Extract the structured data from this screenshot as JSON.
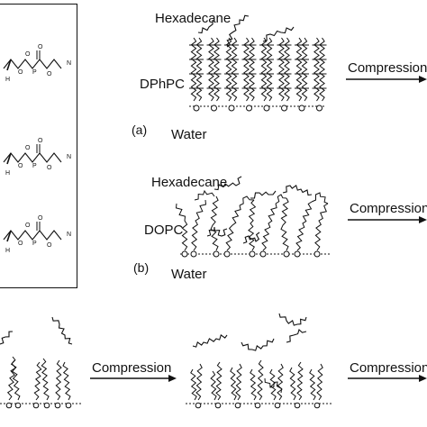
{
  "panel_a": {
    "oil_label": "Hexadecane",
    "lipid_label": "DPhPC",
    "panel_label": "(a)",
    "water_label": "Water",
    "arrow_label": "Compression"
  },
  "panel_b": {
    "oil_label": "Hexadecane",
    "lipid_label": "DOPC",
    "panel_label": "(b)",
    "water_label": "Water",
    "arrow_label": "Compression"
  },
  "panel_c": {
    "arrow_label_1": "Compression",
    "arrow_label_2": "Compression"
  },
  "structures_box": {
    "headgroup_atoms": [
      "O",
      "P",
      "O",
      "O",
      "N",
      "O",
      "H"
    ]
  },
  "colors": {
    "ink": "#111111",
    "background": "#ffffff"
  }
}
